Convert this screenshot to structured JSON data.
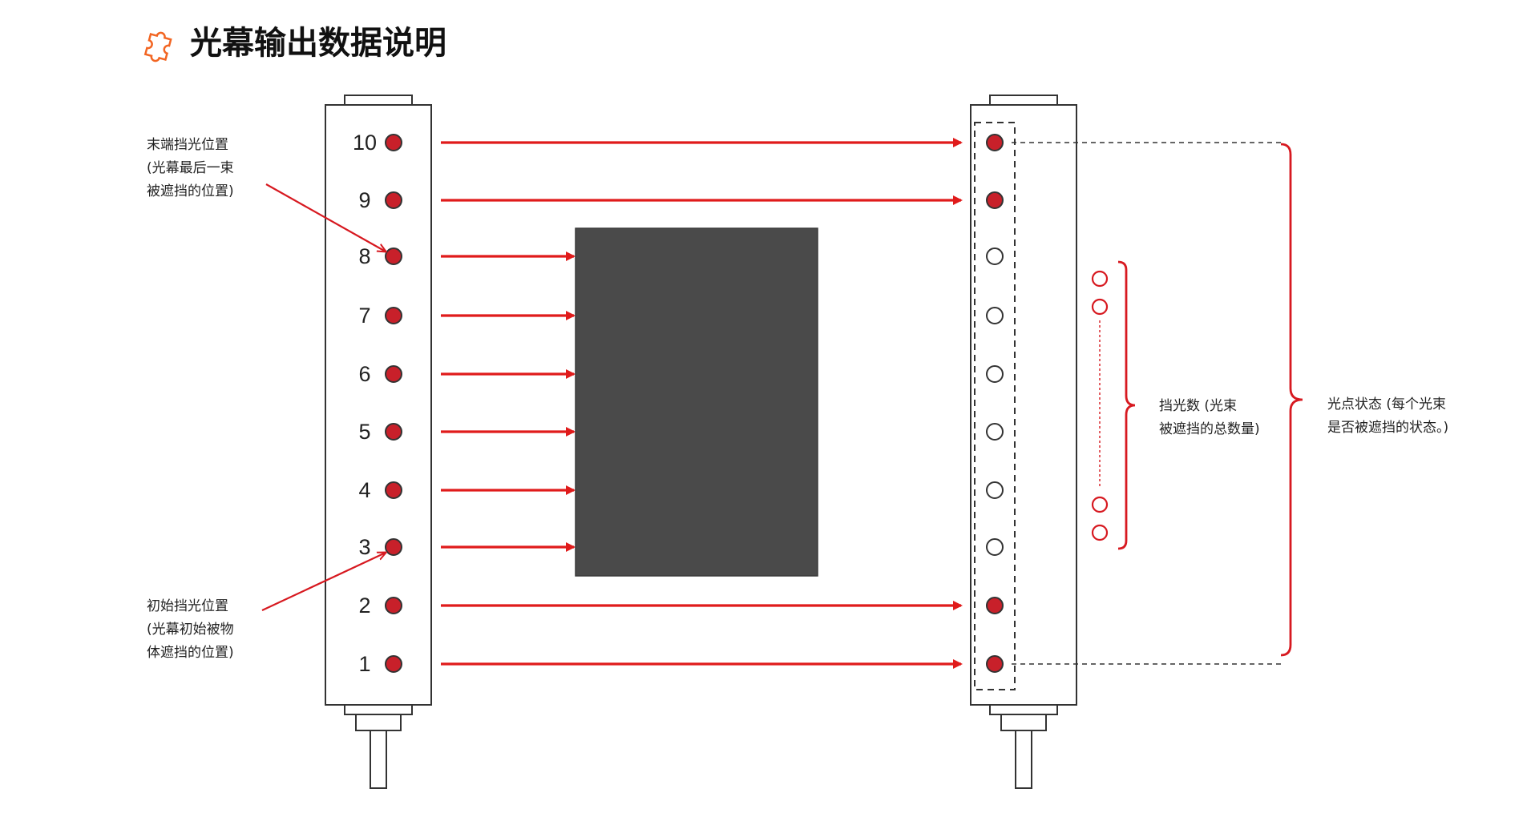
{
  "header": {
    "title": "光幕输出数据说明",
    "icon": "puzzle-icon"
  },
  "colors": {
    "accent_red": "#d71920",
    "beam_red": "#e01b1b",
    "dot_fill_red": "#c8202a",
    "object_gray": "#4a4a4a",
    "outline": "#333333",
    "title_icon_orange": "#f26522"
  },
  "emitter": {
    "beam_numbers": [
      "10",
      "9",
      "8",
      "7",
      "6",
      "5",
      "4",
      "3",
      "2",
      "1"
    ]
  },
  "receiver": {
    "beam_states": [
      "blocked-start-end",
      "blocked",
      "clear",
      "clear",
      "clear",
      "clear",
      "clear",
      "clear",
      "blocked",
      "blocked-start-end"
    ]
  },
  "labels": {
    "end_position": [
      "末端挡光位置",
      "(光幕最后一束",
      "被遮挡的位置)"
    ],
    "start_position": [
      "初始挡光位置",
      "(光幕初始被物",
      "体遮挡的位置)"
    ],
    "blocked_count": [
      "挡光数 (光束",
      "被遮挡的总数量)"
    ],
    "beam_status": [
      "光点状态 (每个光束",
      "是否被遮挡的状态。)"
    ]
  }
}
